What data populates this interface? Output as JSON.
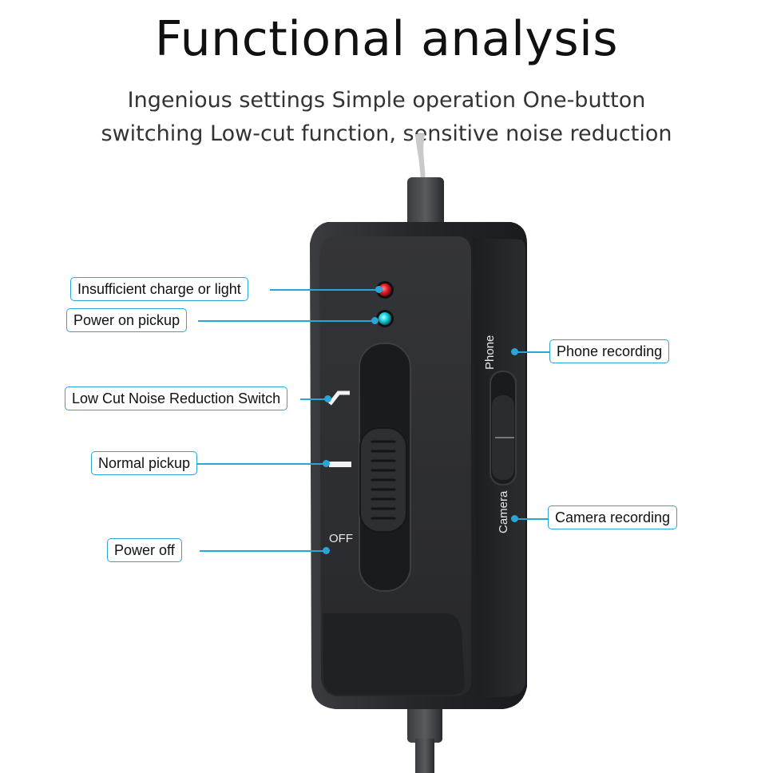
{
  "header": {
    "title": "Functional analysis",
    "subtitle_line1": "Ingenious settings Simple operation One-button",
    "subtitle_line2": "switching Low-cut function, sensitive noise reduction"
  },
  "callouts": {
    "insufficient_charge": "Insufficient charge or light",
    "power_on_pickup": "Power on pickup",
    "low_cut_switch": "Low Cut Noise Reduction Switch",
    "normal_pickup": "Normal pickup",
    "power_off": "Power off",
    "phone_recording": "Phone recording",
    "camera_recording": "Camera recording"
  },
  "device_labels": {
    "off": "OFF",
    "phone": "Phone",
    "camera": "Camera"
  },
  "colors": {
    "accent": "#2aa6d6",
    "led_red": "#e8202a",
    "led_cyan": "#19d3e0",
    "device_body": "#2a2b2e"
  }
}
